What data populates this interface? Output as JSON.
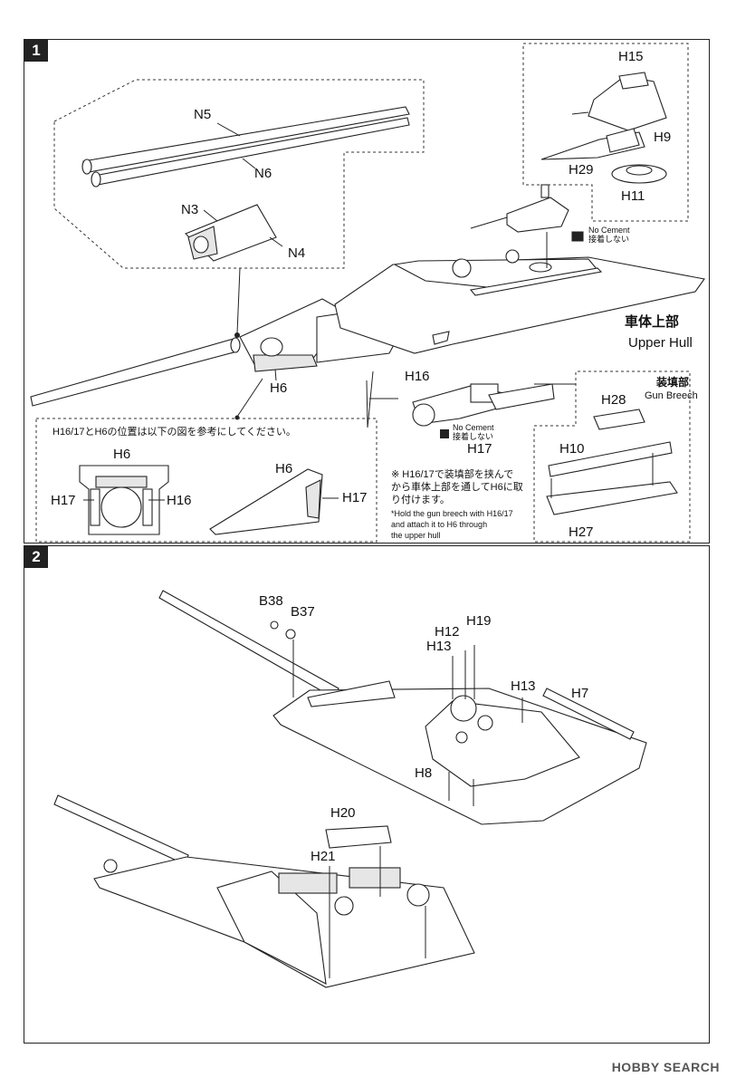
{
  "steps": [
    {
      "number": "1"
    },
    {
      "number": "2"
    }
  ],
  "step1": {
    "part_labels": {
      "n5": "N5",
      "n6": "N6",
      "n3": "N3",
      "n4": "N4",
      "h6": "H6",
      "h15": "H15",
      "h9": "H9",
      "h29": "H29",
      "h11": "H11",
      "h16": "H16",
      "h17": "H17",
      "h28": "H28",
      "h10": "H10",
      "h27": "H27"
    },
    "no_cement": {
      "en": "No Cement",
      "jp": "接着しない"
    },
    "upper_hull": {
      "jp": "車体上部",
      "en": "Upper Hull"
    },
    "gun_breech": {
      "jp": "装填部",
      "en": "Gun Breech"
    },
    "inset_note": "H16/17とH6の位置は以下の図を参考にしてください。",
    "inset_labels": {
      "h6a": "H6",
      "h17a": "H17",
      "h16a": "H16",
      "h6b": "H6",
      "h17b": "H17"
    },
    "note_jp": [
      "※ H16/17で装填部を挟んで",
      "から車体上部を通してH6に取",
      "り付けます。"
    ],
    "note_en": [
      "*Hold the gun breech with H16/17",
      "and attach it to H6 through",
      "the upper hull"
    ]
  },
  "step2": {
    "part_labels": {
      "b38": "B38",
      "b37": "B37",
      "h19": "H19",
      "h12": "H12",
      "h13a": "H13",
      "h13b": "H13",
      "h7": "H7",
      "h8": "H8",
      "h20": "H20",
      "h21": "H21"
    }
  },
  "watermark": "HOBBY SEARCH"
}
